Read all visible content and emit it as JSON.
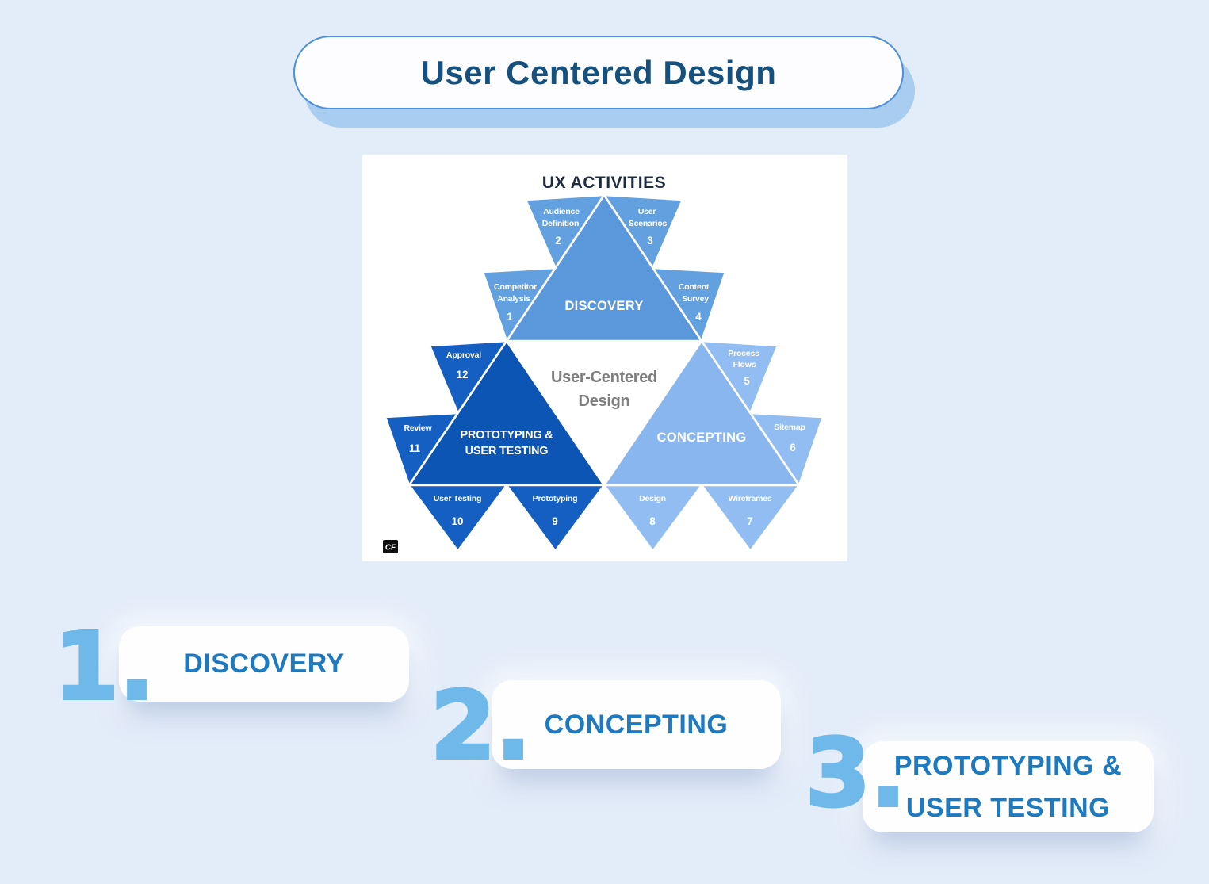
{
  "title_banner": {
    "text": "User Centered Design"
  },
  "diagram": {
    "heading": "UX ACTIVITIES",
    "center_label_lines": [
      "User-Centered",
      "Design"
    ],
    "watermark": "CF",
    "phases": [
      {
        "name": "Discovery",
        "label_lines": [
          "DISCOVERY"
        ],
        "color": "#5b97db",
        "flag_color": "#63a0e0"
      },
      {
        "name": "Concepting",
        "label_lines": [
          "CONCEPTING"
        ],
        "color": "#89b6ee",
        "flag_color": "#92bdf2"
      },
      {
        "name": "Prototyping & User Testing",
        "label_lines": [
          "PROTOTYPING &",
          "USER TESTING"
        ],
        "color": "#0d55b4",
        "flag_color": "#165fc2"
      }
    ],
    "activities": [
      {
        "number": "1",
        "label_lines": [
          "Competitor",
          "Analysis"
        ]
      },
      {
        "number": "2",
        "label_lines": [
          "Audience",
          "Definition"
        ]
      },
      {
        "number": "3",
        "label_lines": [
          "User",
          "Scenarios"
        ]
      },
      {
        "number": "4",
        "label_lines": [
          "Content",
          "Survey"
        ]
      },
      {
        "number": "5",
        "label_lines": [
          "Process",
          "Flows"
        ]
      },
      {
        "number": "6",
        "label_lines": [
          "Sitemap"
        ]
      },
      {
        "number": "7",
        "label_lines": [
          "Wireframes"
        ]
      },
      {
        "number": "8",
        "label_lines": [
          "Design"
        ]
      },
      {
        "number": "9",
        "label_lines": [
          "Prototyping"
        ]
      },
      {
        "number": "10",
        "label_lines": [
          "User Testing"
        ]
      },
      {
        "number": "11",
        "label_lines": [
          "Review"
        ]
      },
      {
        "number": "12",
        "label_lines": [
          "Approval"
        ]
      }
    ]
  },
  "steps": [
    {
      "number": "1.",
      "label_lines": [
        "DISCOVERY"
      ]
    },
    {
      "number": "2.",
      "label_lines": [
        "CONCEPTING"
      ]
    },
    {
      "number": "3.",
      "label_lines": [
        "PROTOTYPING &",
        "USER TESTING"
      ]
    }
  ],
  "colors": {
    "page-bg": "#e3ecf9",
    "pill-border": "#4b90d8",
    "pill-shadow": "#a9cdf0",
    "title-text": "#15517f",
    "heading-dark": "#1e2c40",
    "center-gray": "#7e7e7e",
    "step-number": "#6fb8ea",
    "step-label": "#1d7ac1"
  }
}
